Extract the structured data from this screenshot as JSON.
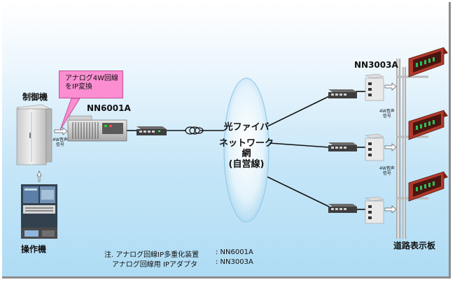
{
  "labels": {
    "controller": "制御機",
    "operator": "操作機",
    "mux_model": "NN6001A",
    "adapter_model": "NN3003A",
    "road_sign": "道路表示板",
    "voice_4w": [
      "4W音声",
      "信号"
    ]
  },
  "callout": {
    "line1": "アナログ4W回線",
    "line2": "をIP変換"
  },
  "cloud": {
    "line1": "光ファイバ",
    "line2": "ネットワーク",
    "line3": "網",
    "line4": "(自営線)"
  },
  "notes": {
    "row1_label": "注. アナログ回線IP多重化装置",
    "row1_value": ": NN6001A",
    "row2_label": "アナログ回線用 IPアダプタ",
    "row2_value": ": NN3003A"
  },
  "colors": {
    "callout_bg": "#fb8ed1",
    "sign_body": "#b23a2a",
    "sign_text": "#27c25a",
    "background_bottom": "#aedcf4"
  }
}
